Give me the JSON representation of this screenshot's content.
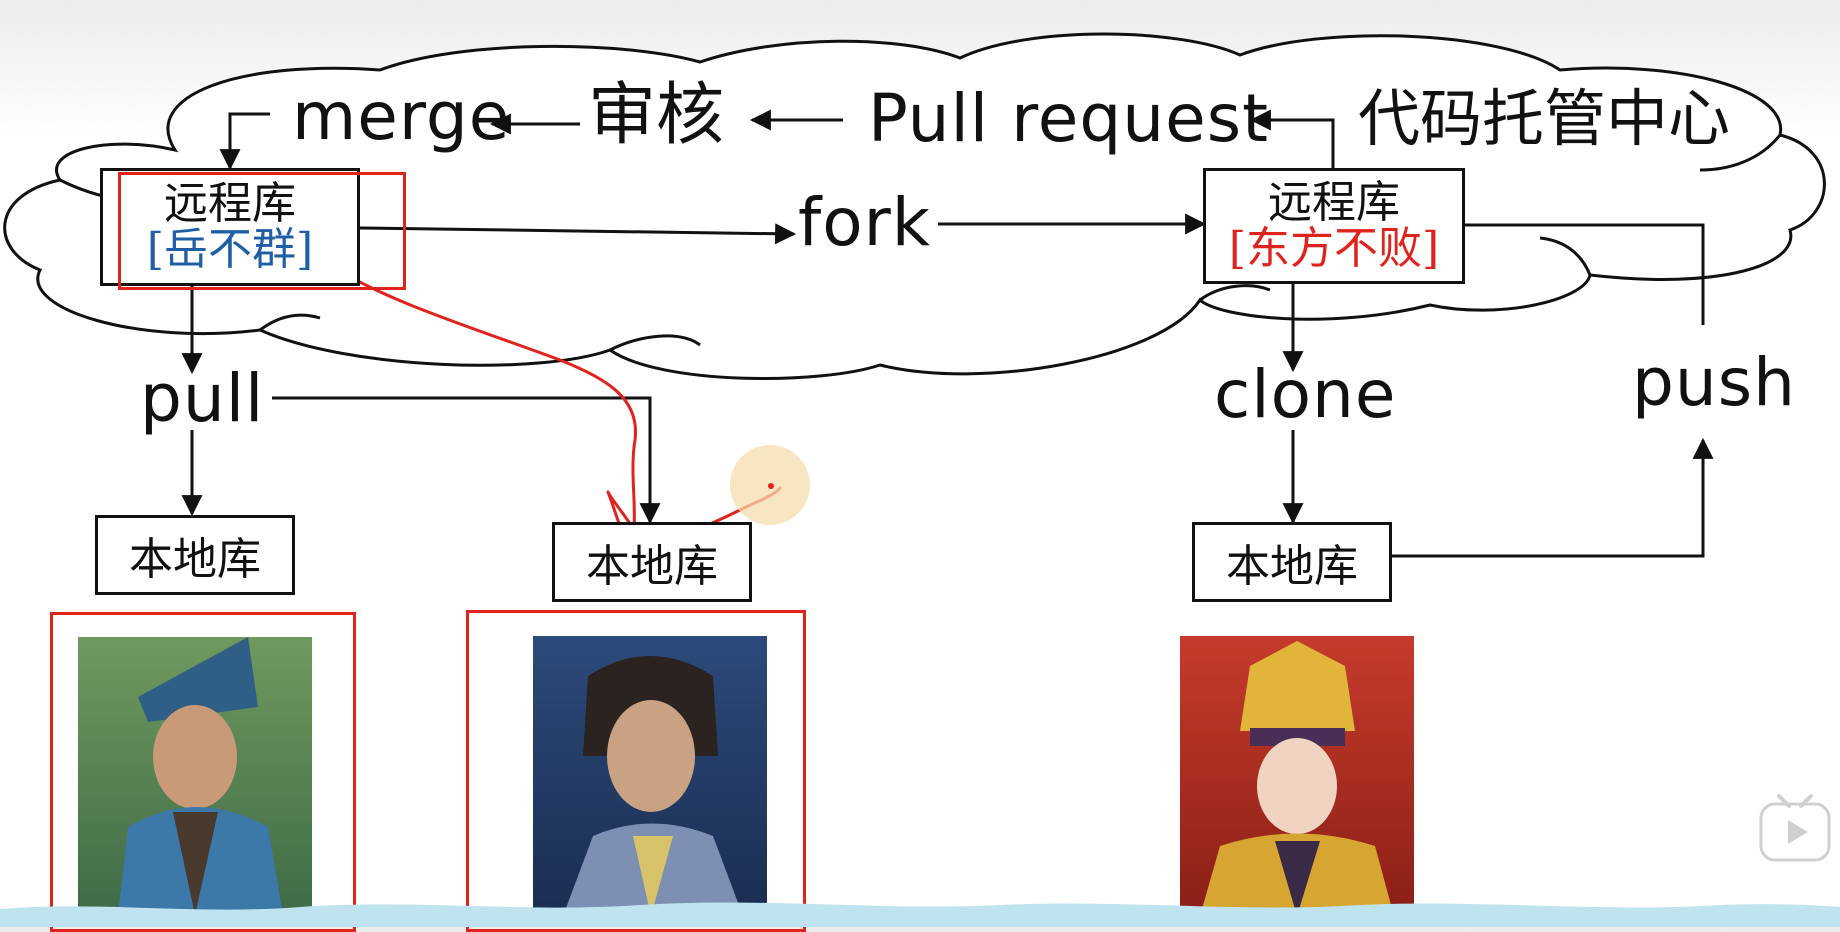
{
  "diagram": {
    "cloud_title": "代码托管中心",
    "merge": "merge",
    "review": "审核",
    "pull_request": "Pull request",
    "fork": "fork",
    "pull": "pull",
    "clone": "clone",
    "push": "push",
    "remote_left": {
      "title": "远程库",
      "owner": "[岳不群]"
    },
    "remote_right": {
      "title": "远程库",
      "owner": "[东方不败]"
    },
    "local_1": "本地库",
    "local_2": "本地库",
    "local_3": "本地库"
  },
  "portraits": [
    {
      "icon": "portrait-blue-robe-hat"
    },
    {
      "icon": "portrait-young-swordsman"
    },
    {
      "icon": "portrait-golden-crown-lady"
    }
  ],
  "colors": {
    "owner_left": "#1f5fa8",
    "owner_right": "#e0231c",
    "annotation": "#e0231c",
    "cloud_stroke": "#111111"
  },
  "player": {
    "icon": "play-icon"
  }
}
